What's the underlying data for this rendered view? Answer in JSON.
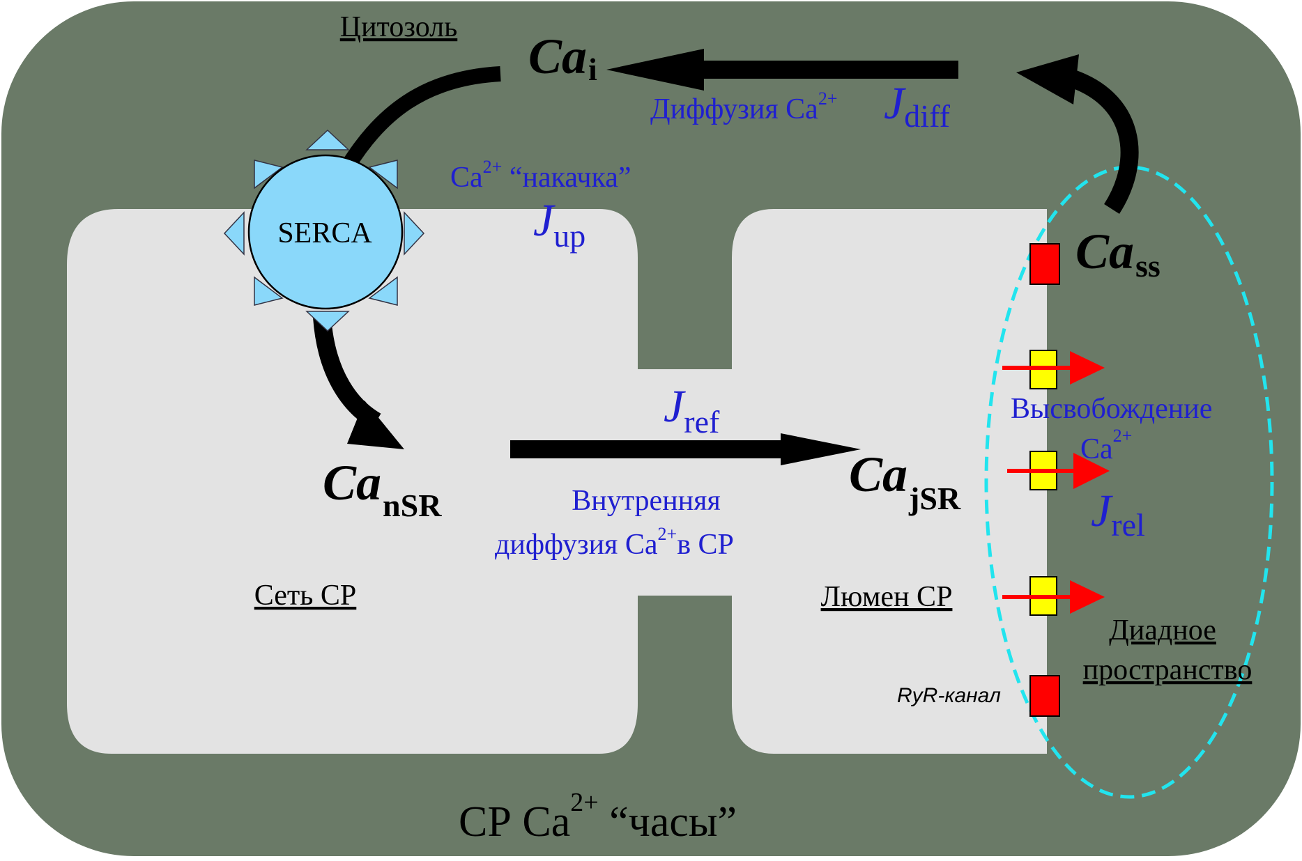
{
  "title": {
    "prefix": "СР Ca",
    "sup": "2+",
    "suffix": " “часы”"
  },
  "regions": {
    "cytosol": "Цитозоль",
    "sr_network": "Сеть СР",
    "sr_lumen": "Люмен СР",
    "dyadic_line1": "Диадное",
    "dyadic_line2": "пространство"
  },
  "species": {
    "ca_i": {
      "main": "Ca",
      "sub": "i"
    },
    "ca_ss": {
      "main": "Ca",
      "sub": "ss"
    },
    "ca_nsr": {
      "main": "Ca",
      "sub": "nSR"
    },
    "ca_jsr": {
      "main": "Ca",
      "sub": "jSR"
    }
  },
  "pump": {
    "label": "SERCA"
  },
  "fluxes": {
    "diff": {
      "desc": "Диффузия Ca",
      "sup": "2+",
      "j": "J",
      "sub": "diff"
    },
    "up": {
      "desc_prefix": "Ca",
      "sup": "2+",
      "desc_suffix": " “накачка”",
      "j": "J",
      "sub": "up"
    },
    "ref": {
      "j": "J",
      "sub": "ref",
      "line1": "Внутренняя",
      "line2_prefix": "диффузия  Ca",
      "sup": "2+",
      "line2_suffix": "в СР"
    },
    "rel": {
      "line1": "Высвобождение",
      "line2": "Ca",
      "sup": "2+",
      "j": "J",
      "sub": "rel"
    }
  },
  "channel_label": "RyR-канал",
  "colors": {
    "cell": "#6a7a67",
    "compartment": "#e3e3e3",
    "serca": "#8ad8fa",
    "flux_text": "#1f1fd0",
    "dyad_outline": "#22e4ee",
    "ryr_channel": "#ff0000",
    "release_channel": "#ffff00",
    "release_arrow": "#ff0000"
  }
}
